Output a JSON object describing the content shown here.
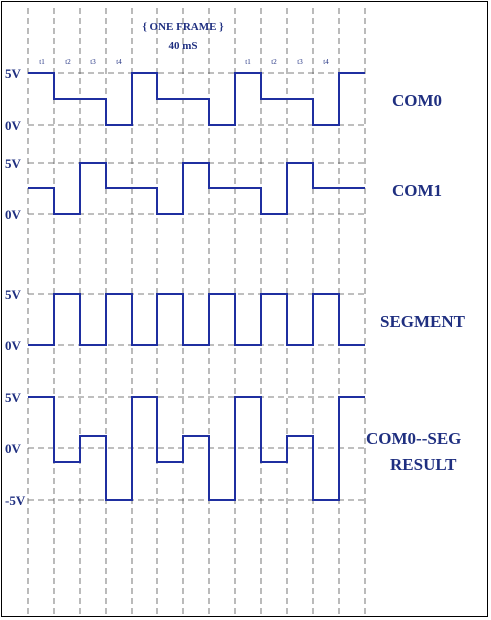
{
  "frame": {
    "title": "{  ONE FRAME }",
    "period": "40 mS"
  },
  "time_labels": [
    "t1",
    "t2",
    "t3",
    "t4",
    "t1",
    "t2",
    "t3",
    "t4"
  ],
  "signals": [
    {
      "name": "COM0",
      "levels": [
        "5V",
        "0V"
      ],
      "color": "#1f2fa0"
    },
    {
      "name": "COM1",
      "levels": [
        "5V",
        "0V"
      ],
      "color": "#1f2fa0"
    },
    {
      "name": "SEGMENT",
      "levels": [
        "5V",
        "0V"
      ],
      "color": "#1f2fa0"
    },
    {
      "name_line1": "COM0--SEG",
      "name_line2": "RESULT",
      "levels": [
        "5V",
        "0V",
        "-5V"
      ],
      "color": "#1f2fa0"
    }
  ]
}
